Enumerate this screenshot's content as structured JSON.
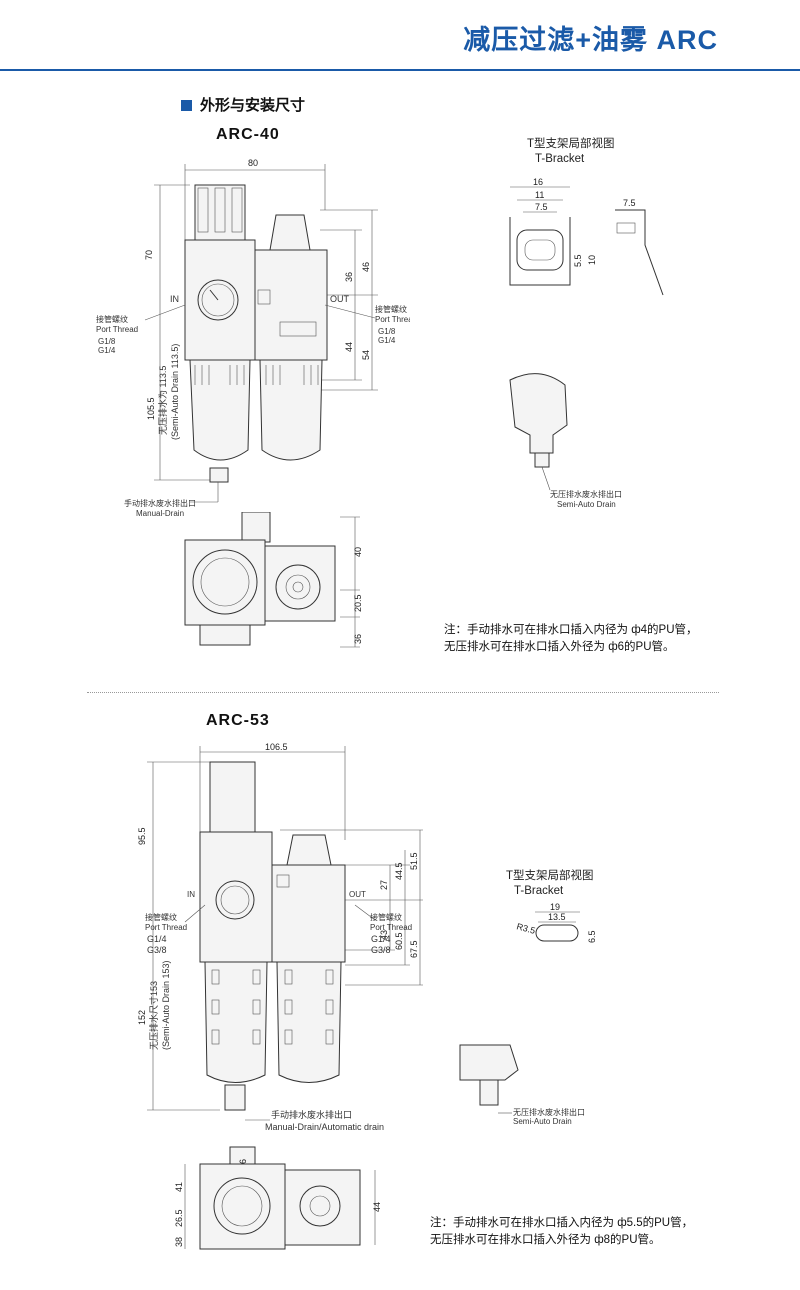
{
  "header": {
    "title": "减压过滤+油雾 ARC"
  },
  "section": {
    "title": "外形与安装尺寸"
  },
  "arc40": {
    "model": "ARC-40",
    "dims": {
      "width": "80",
      "height_top": "70",
      "d36": "36",
      "d46": "46",
      "d44": "44",
      "d54": "54",
      "total": "105.5",
      "bottom_40": "40",
      "bottom_20_5": "20.5",
      "bottom_36": "36"
    },
    "drain_vertical_cn": "无压排水为 113.5",
    "drain_vertical_en": "(Semi-Auto Drain 113.5)",
    "in_label": "IN",
    "out_label": "OUT",
    "port_thread_cn": "接管螺纹",
    "port_thread_en": "Port Thread",
    "port_g1": "G1/8",
    "port_g2": "G1/4",
    "manual_drain_cn": "手动排水废水排出口",
    "manual_drain_en": "Manual-Drain",
    "bracket_title_cn": "T型支架局部视图",
    "bracket_title_en": "T-Bracket",
    "bracket_dims": {
      "d16": "16",
      "d11": "11",
      "d7_5": "7.5",
      "d5_5": "5.5",
      "d10": "10",
      "d7_5b": "7.5"
    },
    "semi_drain_cn": "无压排水废水排出口",
    "semi_drain_en": "Semi-Auto Drain",
    "note_line1": "注：手动排水可在排水口插入内径为 ф4的PU管，",
    "note_line2": "无压排水可在排水口插入外径为 ф6的PU管。"
  },
  "arc53": {
    "model": "ARC-53",
    "dims": {
      "width": "106.5",
      "height_top": "95.5",
      "d27": "27",
      "d44_5": "44.5",
      "d51_5": "51.5",
      "d43": "43",
      "d60_5": "60.5",
      "d67_5": "67.5",
      "total": "152",
      "b41": "41",
      "b6": "6",
      "b26_5": "26.5",
      "b38": "38",
      "b44": "44"
    },
    "drain_vertical_cn": "无压排水尺寸153",
    "drain_vertical_en": "(Semi-Auto Drain 153)",
    "in_label": "IN",
    "out_label": "OUT",
    "port_thread_cn": "接管螺纹",
    "port_thread_en": "Port Thread",
    "port_g1": "G1/4",
    "port_g2": "G3/8",
    "manual_drain_cn": "手动排水废水排出口",
    "manual_drain_en": "Manual-Drain/Automatic drain",
    "bracket_title_cn": "T型支架局部视图",
    "bracket_title_en": "T-Bracket",
    "bracket_dims": {
      "d19": "19",
      "d13_5": "13.5",
      "r3_5": "R3.5",
      "d6_5": "6.5"
    },
    "semi_drain_cn": "无压排水废水排出口",
    "semi_drain_en": "Semi-Auto Drain",
    "note_line1": "注：手动排水可在排水口插入内径为 ф5.5的PU管，",
    "note_line2": "无压排水可在排水口插入外径为 ф8的PU管。"
  }
}
